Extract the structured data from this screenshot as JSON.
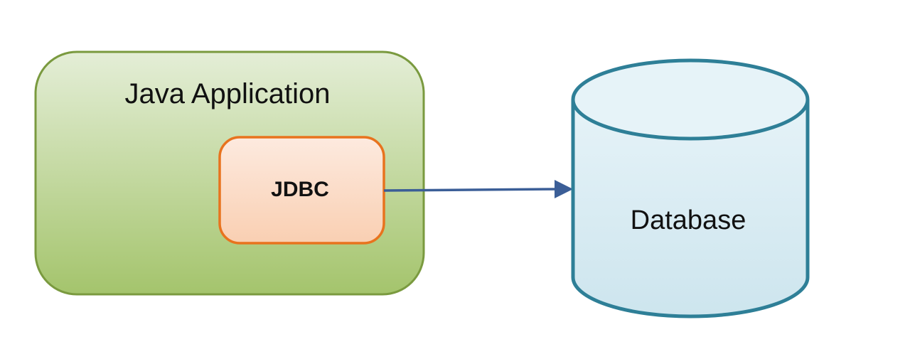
{
  "diagram": {
    "app": {
      "label": "Java Application"
    },
    "jdbc": {
      "label": "JDBC"
    },
    "database": {
      "label": "Database"
    },
    "connector": {
      "from": "JDBC",
      "to": "Database"
    }
  },
  "colors": {
    "app_fill_top": "#e4eed7",
    "app_fill_bottom": "#a4c46c",
    "app_stroke": "#7a9a3f",
    "jdbc_fill_top": "#fdeadf",
    "jdbc_fill_bottom": "#f9cfb2",
    "jdbc_stroke": "#e8731e",
    "db_fill_top": "#e6f3f8",
    "db_fill_bottom": "#cde5ee",
    "db_stroke": "#2e7f97",
    "arrow": "#3b5e97"
  }
}
